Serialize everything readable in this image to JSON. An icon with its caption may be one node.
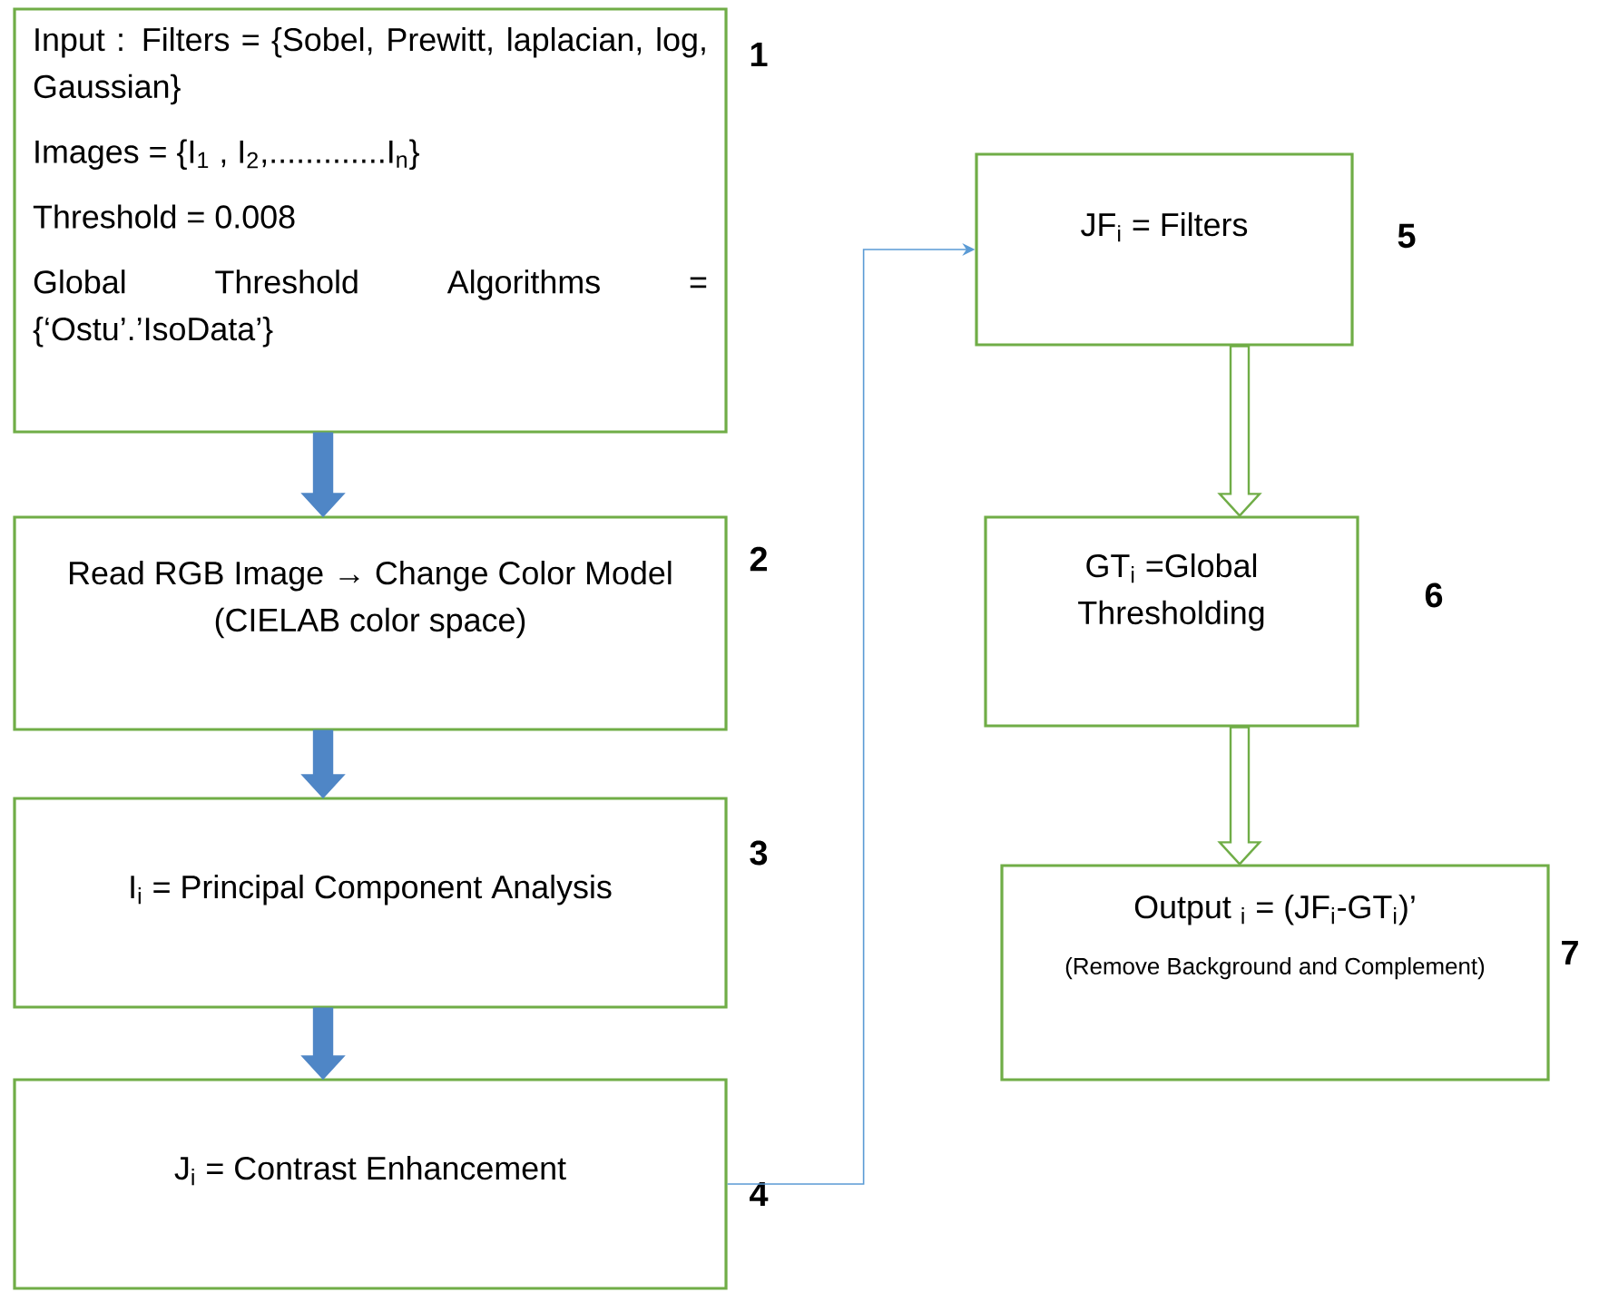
{
  "diagram": {
    "nodes": [
      {
        "text": [
          "Input : Filters = {Sobel, Prewitt, laplacian, log, Gaussian}",
          "Images = {I$_{1}$ , I$_{2}$,.............I$_{n}$}",
          "Threshold = 0.008",
          "Global Threshold Algorithms = {‘Ostu’.’IsoData’}"
        ],
        "beside": [
          "1"
        ]
      },
      {
        "text": [
          "Read RGB Image → Change Color Model (CIELAB color space)"
        ],
        "beside": [
          "2"
        ]
      },
      {
        "text": [
          "I$_{i}$ = Principal Component Analysis"
        ],
        "beside": [
          "3"
        ]
      },
      {
        "text": [
          "J$_{i}$ = Contrast Enhancement"
        ],
        "beside": [
          "4"
        ]
      },
      {
        "text": [
          "JF$_{i}$ = Filters"
        ],
        "beside": [
          "5"
        ]
      },
      {
        "text": [
          "GT$_{i}$ =Global Thresholding"
        ],
        "beside": [
          "6"
        ]
      },
      {
        "text": [
          "Output $_{i}$ = (JF$_{i}$-GT$_{i}$)’",
          "(Remove Background and Complement)"
        ],
        "beside": [
          "7"
        ]
      }
    ],
    "edges": [
      {
        "from": 0,
        "to": 1,
        "arrow": "to",
        "style": "thick",
        "color": "#4f86c6"
      },
      {
        "from": 1,
        "to": 2,
        "arrow": "to",
        "style": "thick",
        "color": "#4f86c6"
      },
      {
        "from": 2,
        "to": 3,
        "arrow": "to",
        "style": "thick",
        "color": "#4f86c6"
      },
      {
        "from": 3,
        "to": 4,
        "arrow": "to",
        "color": "#5b9bd5"
      },
      {
        "from": 4,
        "to": 5,
        "arrow": "to",
        "style": "thick",
        "color": "#70ad47"
      },
      {
        "from": 5,
        "to": 6,
        "arrow": "to",
        "style": "thick",
        "color": "#70ad47"
      }
    ]
  }
}
